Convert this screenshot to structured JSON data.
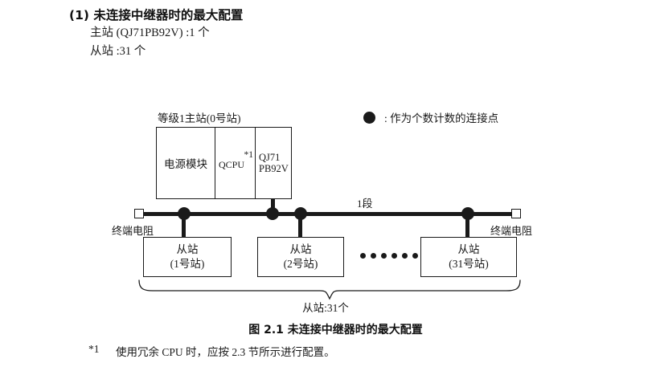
{
  "heading": {
    "number": "(1)",
    "title": "未连接中继器时的最大配置",
    "specs": [
      "主站 (QJ71PB92V) :1 个",
      "从站 :31 个"
    ]
  },
  "legend": {
    "symbol": "filled-circle",
    "text": ": 作为个数计数的连接点"
  },
  "diagram": {
    "master": {
      "label": "等级1主站(0号站)",
      "slots": [
        {
          "name": "power-supply-module",
          "label": "电源模块"
        },
        {
          "name": "cpu-module",
          "label": "QCPU",
          "footnote": "*1"
        },
        {
          "name": "network-module",
          "line1": "QJ71",
          "line2": "PB92V"
        }
      ]
    },
    "segment_label": "1段",
    "terminators": {
      "left_label": "终端电阻",
      "right_label": "终端电阻"
    },
    "slaves": [
      {
        "name": "slave-station-1",
        "line1": "从站",
        "line2": "(1号站)"
      },
      {
        "name": "slave-station-2",
        "line1": "从站",
        "line2": "(2号站)"
      },
      {
        "name": "slave-station-31",
        "line1": "从站",
        "line2": "(31号站)"
      }
    ],
    "ellipsis_count": 6,
    "brace_label": "从站:31个"
  },
  "caption": "图 2.1  未连接中继器时的最大配置",
  "footnote": {
    "mark": "*1",
    "text": "使用冗余 CPU 时，应按 2.3 节所示进行配置。"
  },
  "colors": {
    "ink": "#1a1a1a",
    "paper": "#ffffff"
  }
}
